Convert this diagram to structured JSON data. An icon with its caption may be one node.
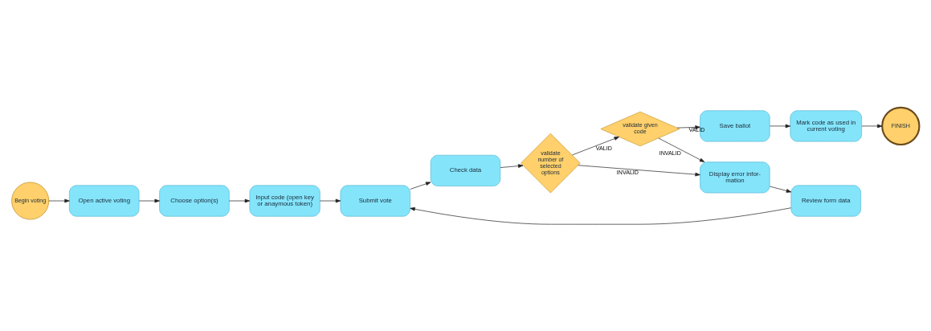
{
  "diagram": {
    "nodes": [
      {
        "text": [
          "Begin voting"
        ]
      },
      {
        "text": [
          "Open active voting"
        ]
      },
      {
        "text": [
          "Choose option(s)"
        ]
      },
      {
        "text": [
          "Input code (open key or anaymous token)"
        ]
      },
      {
        "text": [
          "Submit vote"
        ]
      },
      {
        "text": [
          "Check data"
        ]
      },
      {
        "text": [
          "validate number of selected options"
        ]
      },
      {
        "text": [
          "Display error infor- mation"
        ]
      },
      {
        "text": [
          "Review form data"
        ]
      },
      {
        "text": [
          "validate given code"
        ]
      },
      {
        "text": [
          "Save ballot"
        ]
      },
      {
        "text": [
          "Mark code as used in current voting"
        ]
      },
      {
        "text": [
          "FINISH"
        ]
      }
    ],
    "edges": [
      {
        "from": 0,
        "to": 1,
        "arrow": "to"
      },
      {
        "from": 1,
        "to": 2,
        "arrow": "to"
      },
      {
        "from": 2,
        "to": 3,
        "arrow": "to"
      },
      {
        "from": 3,
        "to": 4,
        "arrow": "to"
      },
      {
        "from": 4,
        "to": 5,
        "arrow": "to"
      },
      {
        "from": 5,
        "to": 6,
        "arrow": "to"
      },
      {
        "from": 6,
        "to": 7,
        "label": "INVALID",
        "arrow": "to"
      },
      {
        "from": 6,
        "to": 9,
        "label": "VALID",
        "arrow": "to"
      },
      {
        "from": 9,
        "to": 10,
        "label": "VALID",
        "arrow": "to"
      },
      {
        "from": 9,
        "to": 7,
        "label": "INVALID",
        "arrow": "to"
      },
      {
        "from": 10,
        "to": 11,
        "arrow": "to"
      },
      {
        "from": 11,
        "to": 12,
        "arrow": "to"
      },
      {
        "from": 7,
        "to": 8,
        "arrow": "to"
      },
      {
        "from": 8,
        "to": 4,
        "arrow": "to"
      }
    ]
  }
}
